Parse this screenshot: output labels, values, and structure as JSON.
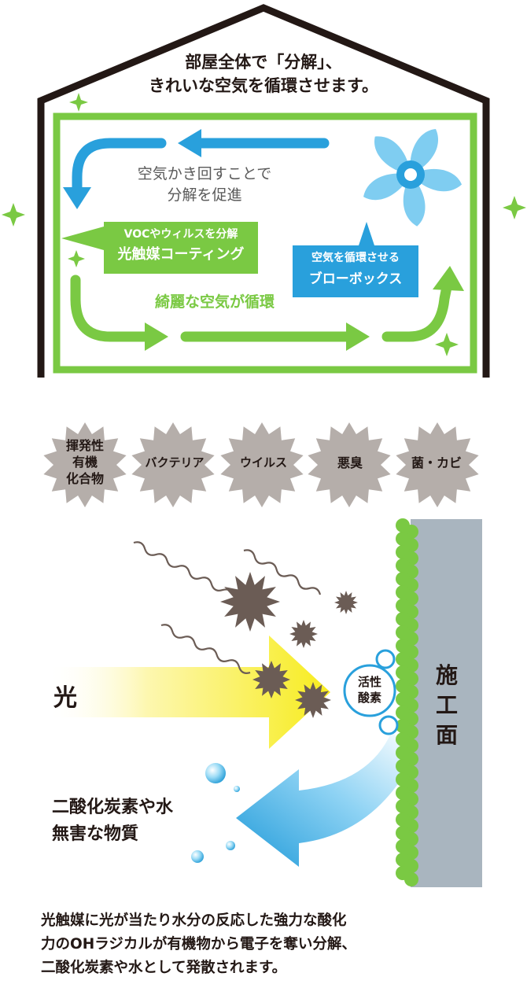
{
  "house": {
    "title_line1": "部屋全体で「分解」、",
    "title_line2": "きれいな空気を循環させます。",
    "blue_loop_label_line1": "空気かき回すことで",
    "blue_loop_label_line2": "分解を促進",
    "coating_callout_line1": "VOCやウィルスを分解",
    "coating_callout_line2": "光触媒コーティング",
    "blower_callout_line1": "空気を循環させる",
    "blower_callout_line2": "ブローボックス",
    "green_loop_label": "綺麗な空気が循環"
  },
  "targets": [
    {
      "line1": "揮発性",
      "line2": "有機",
      "line3": "化合物"
    },
    {
      "line1": "バクテリア"
    },
    {
      "line1": "ウイルス"
    },
    {
      "line1": "悪臭"
    },
    {
      "line1": "菌・カビ"
    }
  ],
  "mechanism": {
    "light_label": "光",
    "active_oxygen_line1": "活性",
    "active_oxygen_line2": "酸素",
    "surface_label": "施工面",
    "output_line1": "二酸化炭素や水",
    "output_line2": "無害な物質"
  },
  "description": {
    "line1": "光触媒に光が当たり水分の反応した強力な酸化",
    "line2": "力のOHラジカルが有機物から電子を奪い分解、",
    "line3": "二酸化炭素や水として発散されます。"
  },
  "colors": {
    "green": "#7ac943",
    "blue": "#29a0dc",
    "light_blue": "#7fcdf1",
    "gray_star": "#b5aeaa",
    "dark_star": "#6b5c55",
    "wall": "#a9b5bf",
    "yellow": "#f7ec3a",
    "outline": "#231815"
  }
}
